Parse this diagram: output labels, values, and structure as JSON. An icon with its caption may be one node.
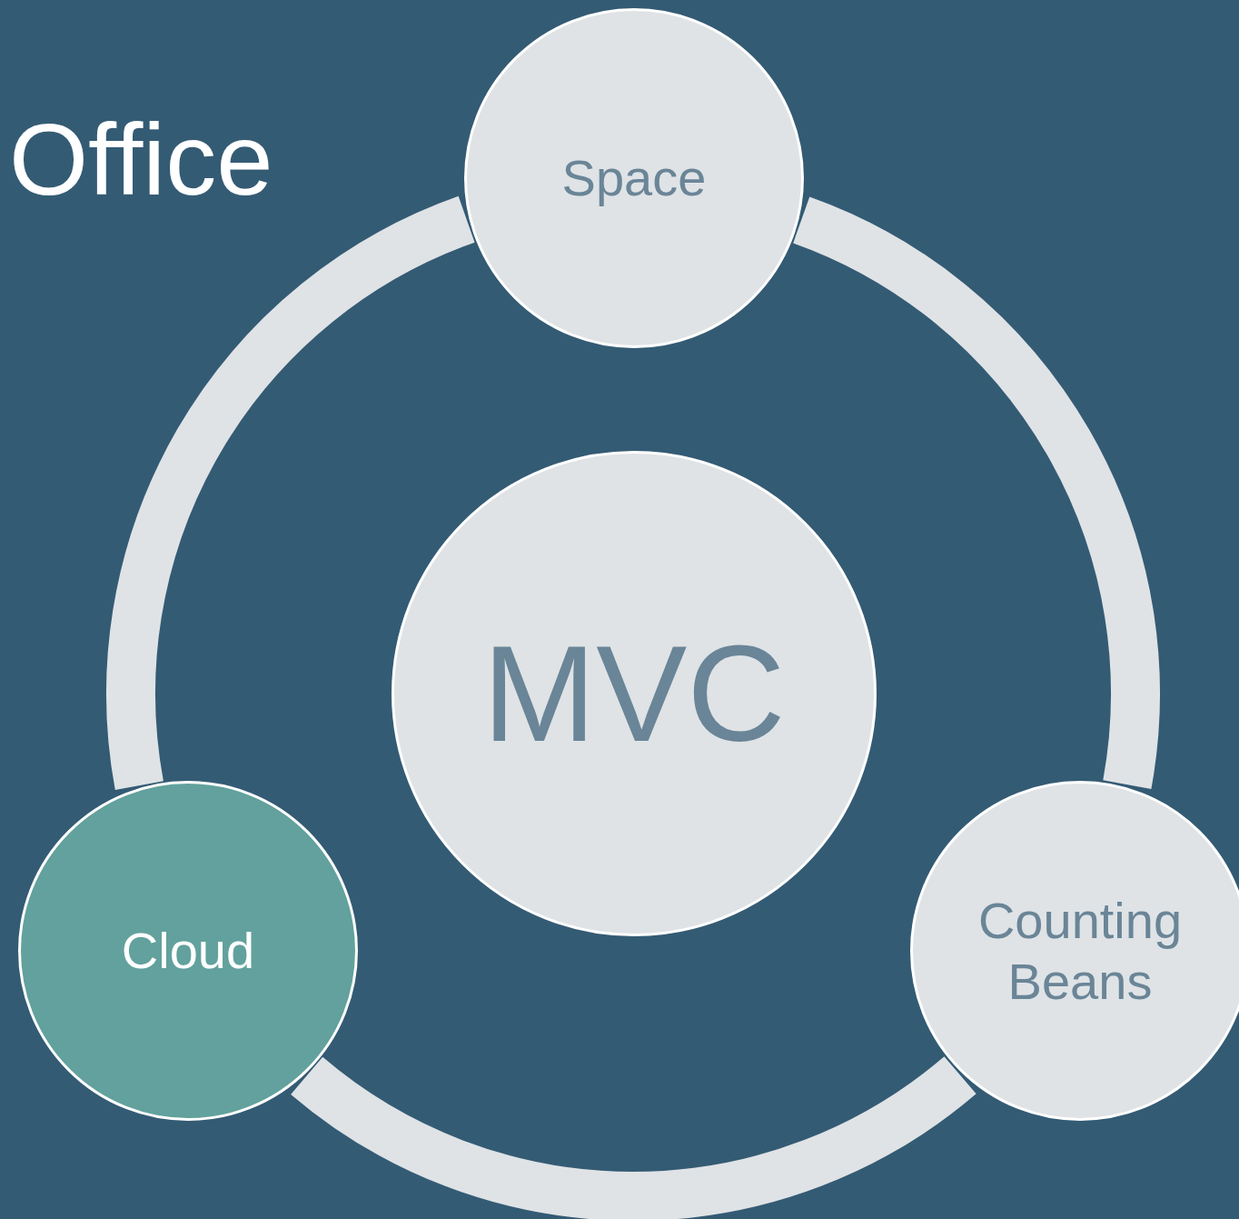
{
  "diagram": {
    "title": "Office",
    "nodes": [
      {
        "text": [
          "Space"
        ]
      },
      {
        "text": [
          "MVC"
        ]
      },
      {
        "text": [
          "Cloud"
        ]
      },
      {
        "text": [
          "Counting Beans"
        ]
      }
    ],
    "edges": [
      {
        "from": 0,
        "to": 3,
        "arrow": "none"
      },
      {
        "from": 3,
        "to": 2,
        "arrow": "none"
      },
      {
        "from": 2,
        "to": 0,
        "arrow": "none"
      }
    ]
  }
}
